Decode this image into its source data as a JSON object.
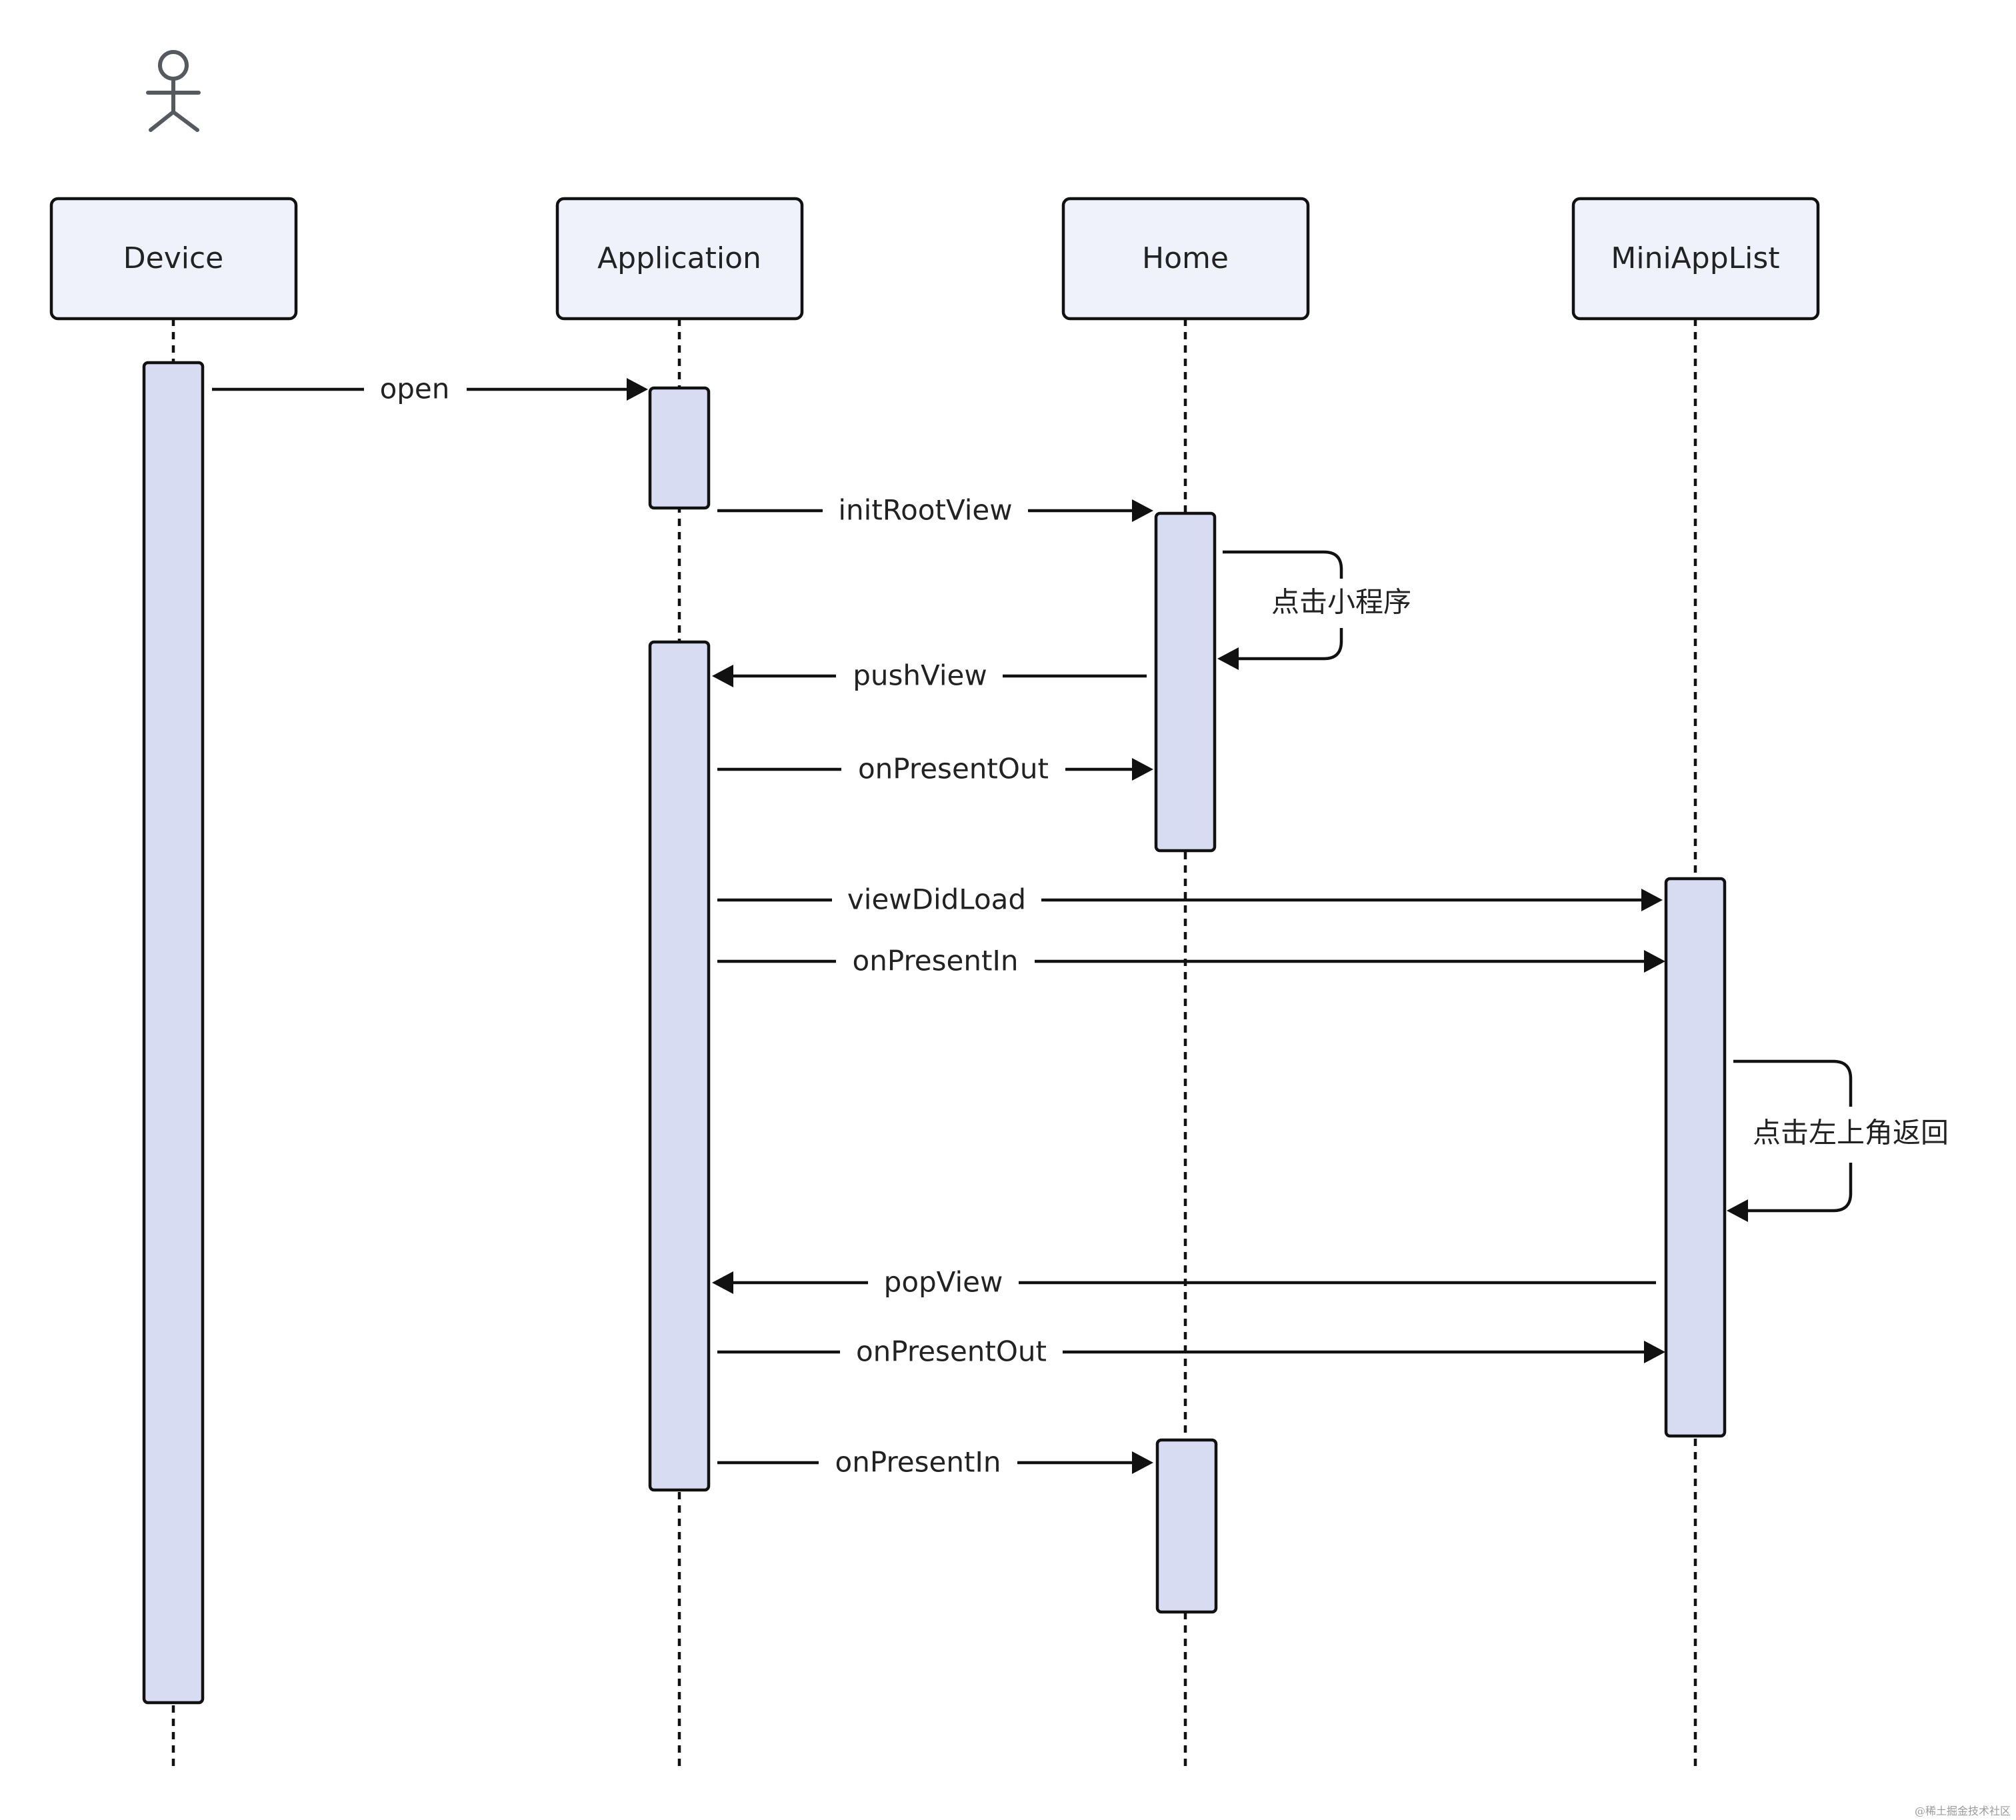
{
  "participants": [
    {
      "id": "device",
      "label": "Device"
    },
    {
      "id": "application",
      "label": "Application"
    },
    {
      "id": "home",
      "label": "Home"
    },
    {
      "id": "miniapplist",
      "label": "MiniAppList"
    }
  ],
  "actor": {
    "icon": "actor-stick-figure-icon"
  },
  "messages": [
    {
      "id": "open",
      "label": "open",
      "from": "device",
      "to": "application"
    },
    {
      "id": "init-root-view",
      "label": "initRootView",
      "from": "application",
      "to": "home"
    },
    {
      "id": "tap-mini-program",
      "label": "点击小程序",
      "from": "home",
      "to": "home",
      "self": true
    },
    {
      "id": "push-view",
      "label": "pushView",
      "from": "home",
      "to": "application"
    },
    {
      "id": "on-present-out-1",
      "label": "onPresentOut",
      "from": "application",
      "to": "home"
    },
    {
      "id": "view-did-load",
      "label": "viewDidLoad",
      "from": "application",
      "to": "miniapplist"
    },
    {
      "id": "on-present-in-1",
      "label": "onPresentIn",
      "from": "application",
      "to": "miniapplist"
    },
    {
      "id": "tap-back-top-left",
      "label": "点击左上角返回",
      "from": "miniapplist",
      "to": "miniapplist",
      "self": true
    },
    {
      "id": "pop-view",
      "label": "popView",
      "from": "miniapplist",
      "to": "application"
    },
    {
      "id": "on-present-out-2",
      "label": "onPresentOut",
      "from": "application",
      "to": "miniapplist"
    },
    {
      "id": "on-present-in-2",
      "label": "onPresentIn",
      "from": "application",
      "to": "home"
    }
  ],
  "watermark": "@稀土掘金技术社区",
  "colors": {
    "participant_fill": "#eff2fb",
    "activation_fill": "#d8dcf3",
    "stroke": "#111111",
    "actor": "#555a60"
  }
}
